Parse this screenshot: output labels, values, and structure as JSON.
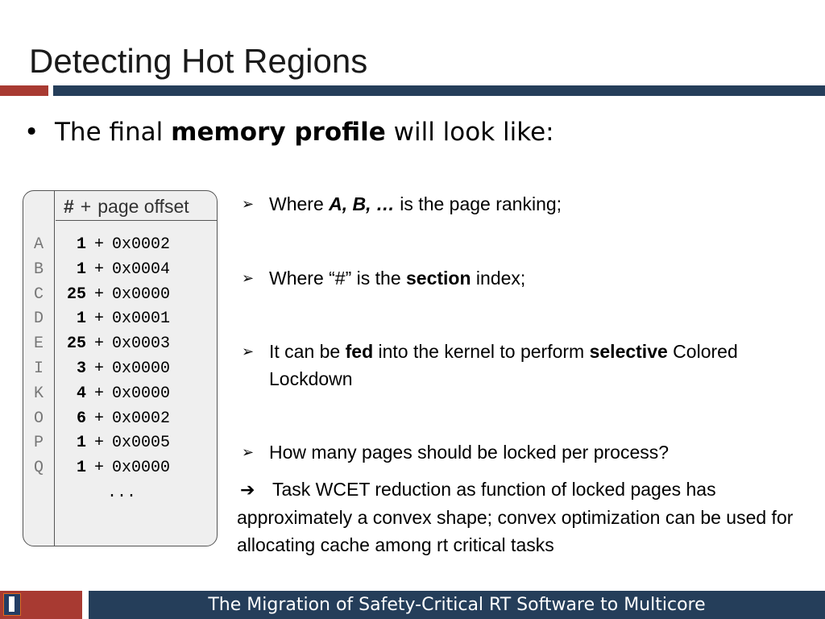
{
  "slide": {
    "title": "Detecting Hot Regions",
    "main_bullet": {
      "prefix": "The final ",
      "bold": "memory profile",
      "suffix": " will look like:"
    }
  },
  "profile": {
    "header": {
      "hash": "#",
      "plus": "+",
      "label": "page offset"
    },
    "ranks": [
      "A",
      "B",
      "C",
      "D",
      "E",
      "I",
      "K",
      "O",
      "P",
      "Q"
    ],
    "rows": [
      {
        "section": "1",
        "offset": "0x0002"
      },
      {
        "section": "1",
        "offset": "0x0004"
      },
      {
        "section": "25",
        "offset": "0x0000"
      },
      {
        "section": "1",
        "offset": "0x0001"
      },
      {
        "section": "25",
        "offset": "0x0003"
      },
      {
        "section": "3",
        "offset": "0x0000"
      },
      {
        "section": "4",
        "offset": "0x0000"
      },
      {
        "section": "6",
        "offset": "0x0002"
      },
      {
        "section": "1",
        "offset": "0x0005"
      },
      {
        "section": "1",
        "offset": "0x0000"
      }
    ],
    "plus_sign": "+",
    "ellipsis": "..."
  },
  "bullets": [
    {
      "before": "Where ",
      "bold": "A, B, …",
      "after": " is the page ranking;"
    },
    {
      "before": "Where “#” is the ",
      "bold": "section",
      "after": " index;"
    },
    {
      "before": "It can be ",
      "bold": "fed",
      "middle": " into the kernel to perform ",
      "bold2": "selective",
      "after": " Colored Lockdown"
    },
    {
      "before": "How many pages should be locked per process?"
    }
  ],
  "conclusion": {
    "arrow": "➔",
    "text": "Task WCET reduction as function of locked pages has approximately a convex shape; convex optimization can be used for allocating cache among rt critical tasks"
  },
  "footer": {
    "text": "The Migration of Safety-Critical RT Software to Multicore"
  },
  "colors": {
    "accent_red": "#a83a32",
    "accent_blue": "#253e5a"
  },
  "icons": {
    "bullet_arrow": "➢",
    "logo": "university-block-i-logo"
  }
}
